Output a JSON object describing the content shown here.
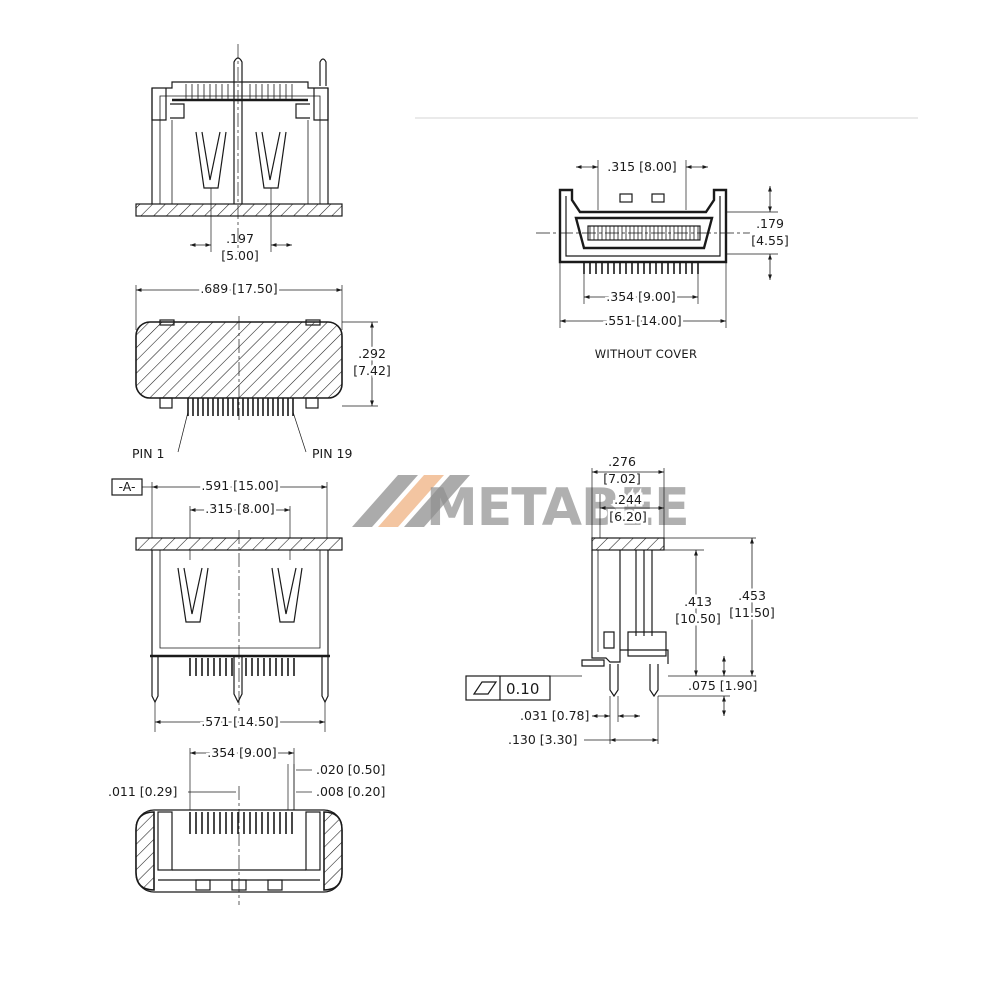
{
  "watermark": {
    "text": "METABEE"
  },
  "views": {
    "front_top": {
      "dims": {
        "pitch": ".197",
        "pitch_mm": "[5.00]"
      }
    },
    "side_hatched": {
      "dims": {
        "width": ".689 [17.50]",
        "height": ".292",
        "height_mm": "[7.42]"
      },
      "labels": {
        "pin1": "PIN 1",
        "pin19": "PIN 19"
      }
    },
    "front_bottom": {
      "datum": "-A-",
      "dims": {
        "width": ".591 [15.00]",
        "pitch": ".315 [8.00]",
        "pins": ".571 [14.50]"
      }
    },
    "bottom": {
      "dims": {
        "span": ".354 [9.00]",
        "pitch": ".020 [0.50]",
        "pin_w": ".008 [0.20]",
        "offset": ".011 [0.29]"
      }
    },
    "end_view": {
      "caption": "WITHOUT COVER",
      "dims": {
        "top": ".315 [8.00]",
        "height": ".179",
        "height_mm": "[4.55]",
        "inner": ".354 [9.00]",
        "width": ".551 [14.00]"
      }
    },
    "side_profile": {
      "dims": {
        "depth": ".276",
        "depth_mm": "[7.02]",
        "depth2": ".244",
        "depth2_mm": "[6.20]",
        "h1": ".413",
        "h1_mm": "[10.50]",
        "h2": ".453",
        "h2_mm": "[11.50]",
        "foot": ".075 [1.90]",
        "pin_w": ".031 [0.78]",
        "pin_span": ".130 [3.30]"
      },
      "tolerance": {
        "symbol": "flatness-icon",
        "value": "0.10"
      }
    }
  }
}
